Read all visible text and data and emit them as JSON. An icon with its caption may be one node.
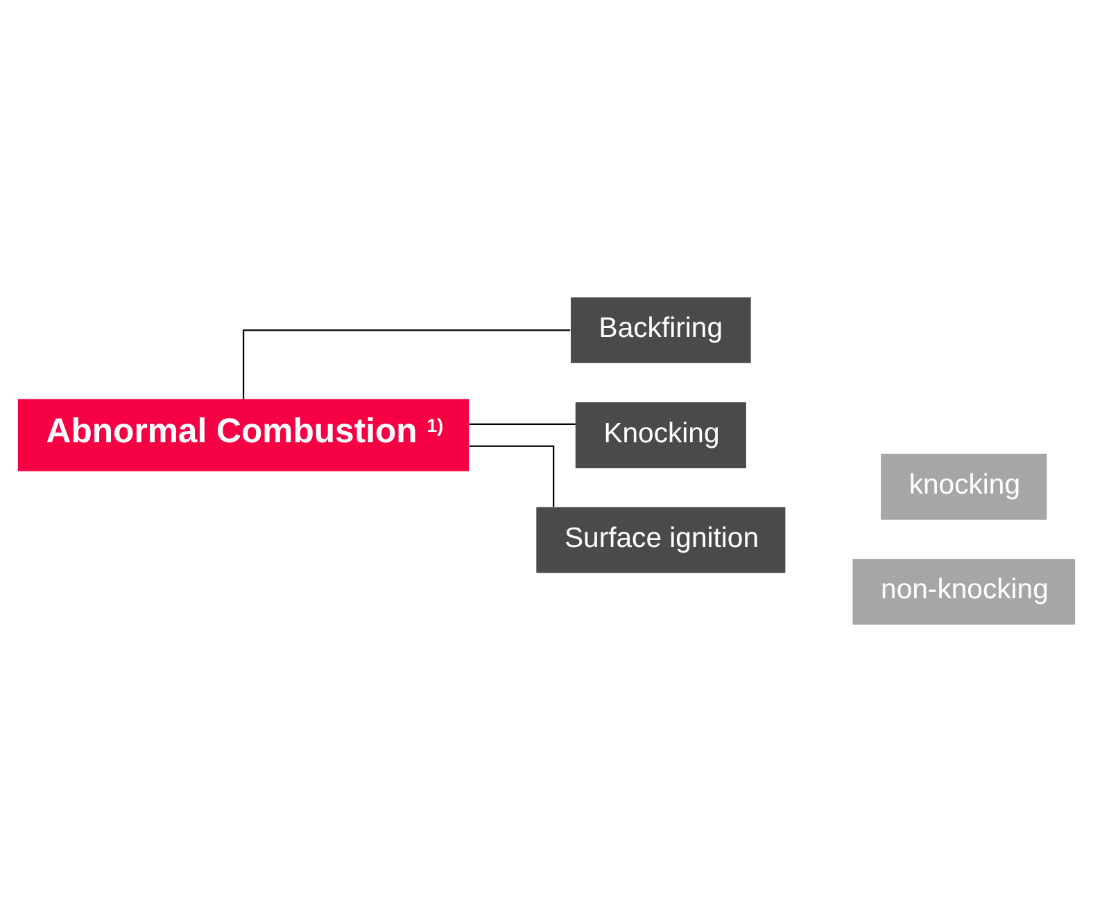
{
  "diagram": {
    "nodes": [
      {
        "text": [
          "Abnormal Combustion $^{1)}$"
        ]
      },
      {
        "text": [
          "Backfiring"
        ]
      },
      {
        "text": [
          "Knocking"
        ]
      },
      {
        "text": [
          "Surface ignition"
        ]
      },
      {
        "text": [
          "knocking"
        ]
      },
      {
        "text": [
          "non-knocking"
        ]
      }
    ],
    "edges": [
      {
        "from": 0,
        "to": 1,
        "arrow": "none"
      },
      {
        "from": 0,
        "to": 2,
        "arrow": "none"
      },
      {
        "from": 0,
        "to": 3,
        "arrow": "none"
      }
    ]
  }
}
